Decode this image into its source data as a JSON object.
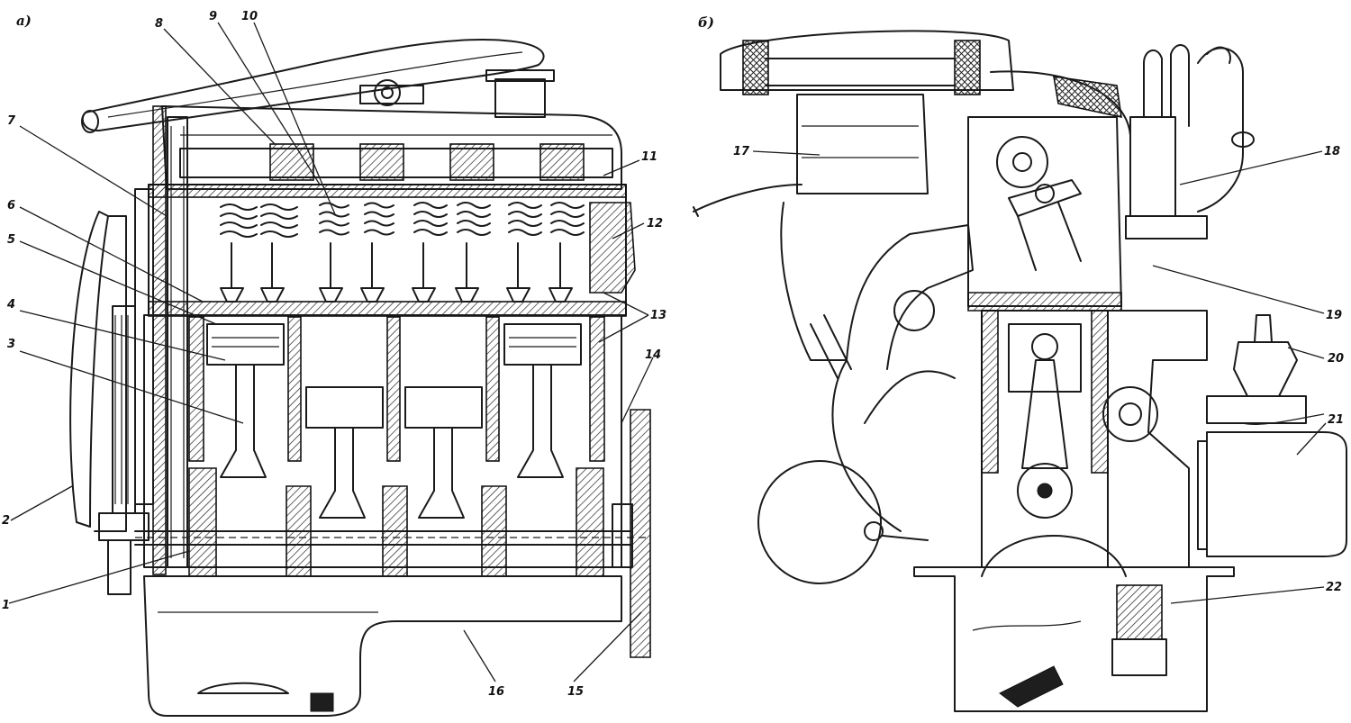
{
  "views": [
    {
      "id": "a",
      "label": "а)"
    },
    {
      "id": "b",
      "label": "б)"
    }
  ],
  "callouts": [
    {
      "id": "c1",
      "text": "1"
    },
    {
      "id": "c2",
      "text": "2"
    },
    {
      "id": "c3",
      "text": "3"
    },
    {
      "id": "c4",
      "text": "4"
    },
    {
      "id": "c5",
      "text": "5"
    },
    {
      "id": "c6",
      "text": "6"
    },
    {
      "id": "c7",
      "text": "7"
    },
    {
      "id": "c8",
      "text": "8"
    },
    {
      "id": "c9",
      "text": "9"
    },
    {
      "id": "c10",
      "text": "10"
    },
    {
      "id": "c11",
      "text": "11"
    },
    {
      "id": "c12",
      "text": "12"
    },
    {
      "id": "c13",
      "text": "13"
    },
    {
      "id": "c14",
      "text": "14"
    },
    {
      "id": "c15",
      "text": "15"
    },
    {
      "id": "c16",
      "text": "16"
    },
    {
      "id": "c17",
      "text": "17"
    },
    {
      "id": "c18",
      "text": "18"
    },
    {
      "id": "c19",
      "text": "19"
    },
    {
      "id": "c20",
      "text": "20"
    },
    {
      "id": "c21",
      "text": "21"
    },
    {
      "id": "c22",
      "text": "22"
    }
  ]
}
